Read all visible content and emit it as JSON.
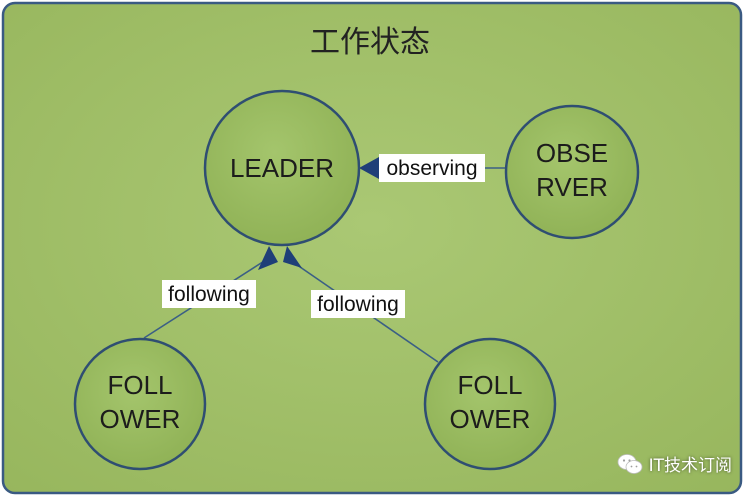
{
  "title": "工作状态",
  "nodes": {
    "leader": [
      "LEADER"
    ],
    "observer": [
      "OBSE",
      "RVER"
    ],
    "follower_left": [
      "FOLL",
      "OWER"
    ],
    "follower_right": [
      "FOLL",
      "OWER"
    ]
  },
  "edges": {
    "observer_to_leader": "observing",
    "left_follower_to_leader": "following",
    "right_follower_to_leader": "following"
  },
  "watermark": "IT技术订阅",
  "colors": {
    "panel_fill": "#a3c169",
    "panel_border": "#3a5a82",
    "node_fill": "#9bbd62",
    "node_border": "#2f4e72",
    "edge_line": "#3b5f85",
    "arrow_head": "#1f3f78",
    "label_bg": "#ffffff"
  }
}
